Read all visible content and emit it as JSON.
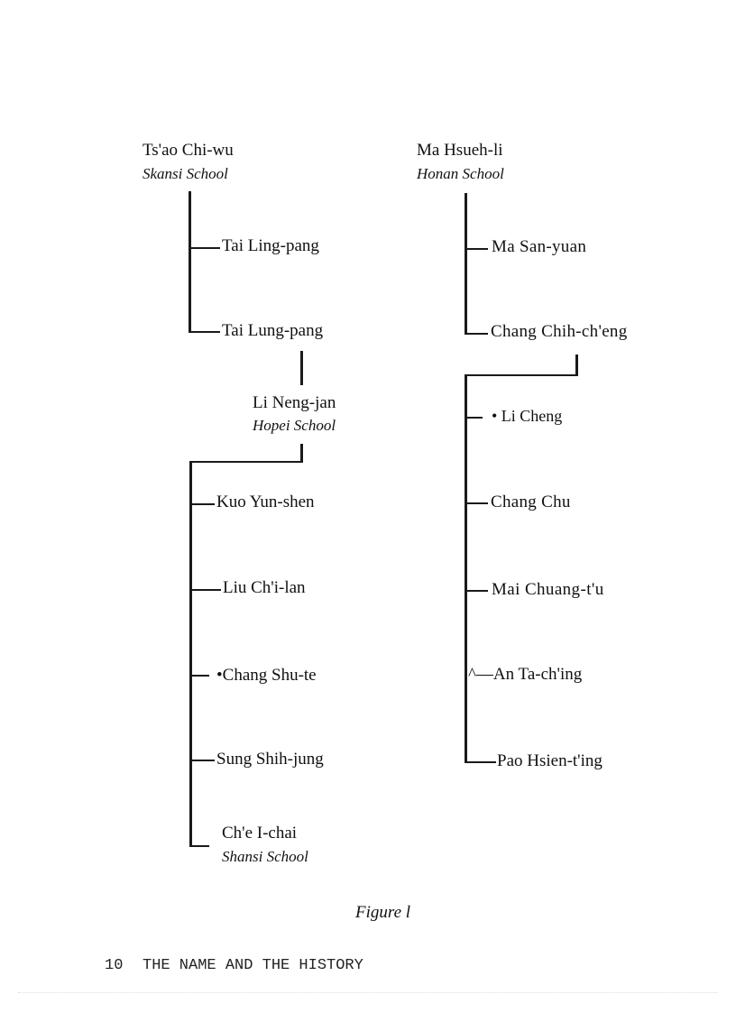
{
  "left": {
    "root": {
      "name": "Ts'ao Chi-wu",
      "school": "Skansi School"
    },
    "children": [
      "Tai Ling-pang",
      "Tai Lung-pang"
    ],
    "successor": {
      "name": "Li Neng-jan",
      "school": "Hopei School"
    },
    "disciples": [
      "Kuo Yun-shen",
      "Liu Ch'i-lan",
      "•Chang Shu-te",
      "Sung Shih-jung"
    ],
    "last": {
      "name": "Ch'e I-chai",
      "school": "Shansi School"
    }
  },
  "right": {
    "root": {
      "name": "Ma Hsueh-li",
      "school": "Honan School"
    },
    "children": [
      "Ma San-yuan",
      "Chang Chih-ch'eng"
    ],
    "disciples": [
      "• Li Cheng",
      "Chang Chu",
      "Mai Chuang-t'u",
      "^—An Ta-ch'ing",
      "Pao Hsien-t'ing"
    ]
  },
  "caption": "Figure l",
  "footer": {
    "page_number": "10",
    "section": "THE NAME AND THE HISTORY"
  }
}
